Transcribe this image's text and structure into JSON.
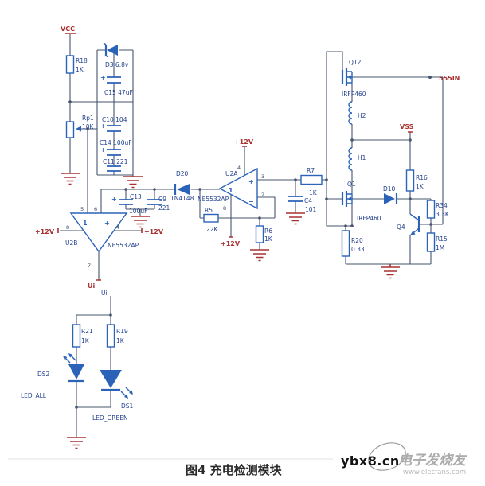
{
  "colors": {
    "wire": "#46546e",
    "component": "#2b63b8",
    "power": "#a83232",
    "label": "#22418f"
  },
  "caption": "图4 充电检测模块",
  "watermark": {
    "site": "ybx8.cn",
    "brand": "电子发烧友",
    "url": "www.elecfans.com"
  },
  "t": {
    "vcc": "VCC",
    "p12v": "+12V",
    "vss": "VSS",
    "in555": "555IN",
    "ui": "Ui",
    "r18": "R18",
    "k1": "1K",
    "rp1": "Rp1",
    "rp1v": "10K",
    "d3": "D3 6.8v",
    "c15": "C15 47uF",
    "c10": "C10 104",
    "c14": "C14 100uF",
    "c11": "C11 221",
    "u2b": "U2B",
    "ne5532": "NE5532AP",
    "p1": "1",
    "p2": "2",
    "p3": "3",
    "p4": "4",
    "p5": "5",
    "p6": "6",
    "p7": "7",
    "p8": "8",
    "plus": "+",
    "minus": "−",
    "c13": "C13",
    "c13v": "100uF",
    "c9": "C9",
    "c9v": "221",
    "d20": "D20",
    "d20v": "1N4148",
    "u2a": "U2A",
    "r5": "R5",
    "r5v": "22K",
    "r6": "R6",
    "r7": "R7",
    "c4": "C4",
    "c4v": "101",
    "q12": "Q12",
    "irfp": "IRFP460",
    "h2": "H2",
    "h1": "H1",
    "q1": "Q1",
    "r20": "R20",
    "r20v": "0.33",
    "r16": "R16",
    "d10": "D10",
    "r34": "R34",
    "r34v": "3.3K",
    "r15": "R15",
    "r15v": "1M",
    "q4": "Q4",
    "r21": "R21",
    "r19": "R19",
    "ds2": "DS2",
    "ds2n": "LED_ALL",
    "ds1": "DS1",
    "ds1n": "LED_GREEN"
  }
}
